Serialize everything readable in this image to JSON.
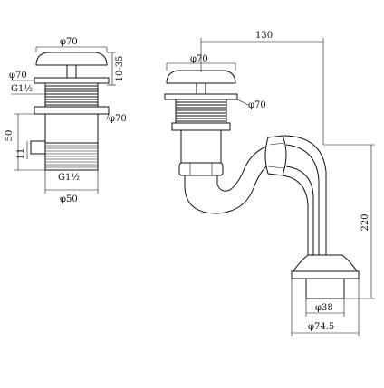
{
  "left_view": {
    "cap_diameter": "φ70",
    "cap_height": "10-35",
    "flange_diameter": "φ70",
    "thread_top": "G1½",
    "ring_diameter": "φ70",
    "body_height": "50",
    "side_offset": "11",
    "thread_bottom": "G1½",
    "bottom_diameter": "φ50"
  },
  "right_view": {
    "width_dim": "130",
    "cap_diameter": "φ70",
    "flange_diameter": "φ70",
    "height_dim": "220",
    "outlet_diameter": "φ38",
    "base_diameter": "φ74.5"
  }
}
